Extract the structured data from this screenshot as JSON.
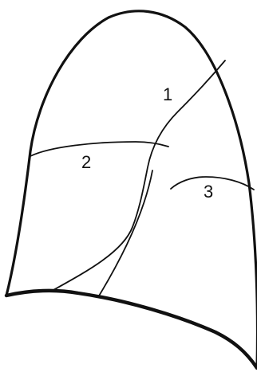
{
  "diagram": {
    "labels": {
      "line_1": "1",
      "line_2": "2",
      "line_3": "3"
    }
  }
}
